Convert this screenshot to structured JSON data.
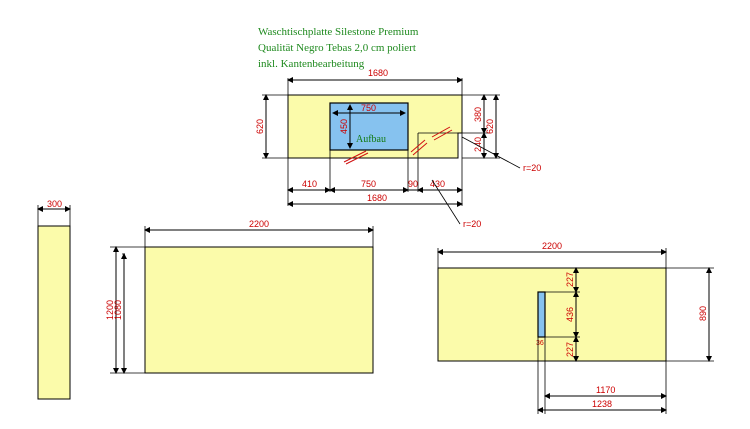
{
  "header": {
    "line1": "Waschtischplatte Silestone Premium",
    "line2": "Qualität Negro Tebas 2,0 cm poliert",
    "line3": "inkl. Kantenbearbeitung"
  },
  "top_piece": {
    "sink_label": "Aufbau",
    "dims": {
      "total_top": "1680",
      "sink_w": "750",
      "sink_h": "450",
      "left_h": "620",
      "right_h": "620",
      "right_upper": "380",
      "right_lower": "240",
      "b_left": "410",
      "b_sink": "750",
      "b_gap": "90",
      "b_right": "430",
      "b_total": "1680",
      "radius1": "r=20",
      "radius2": "r=20"
    }
  },
  "strip_piece": {
    "dims": {
      "width": "300"
    }
  },
  "center_piece": {
    "dims": {
      "width": "2200",
      "h1": "1200",
      "h2": "1080"
    }
  },
  "right_piece": {
    "dims": {
      "width": "2200",
      "height": "890",
      "top": "227",
      "mid": "436",
      "bottom": "227",
      "small": "36",
      "x1": "1170",
      "x2": "1238"
    }
  }
}
